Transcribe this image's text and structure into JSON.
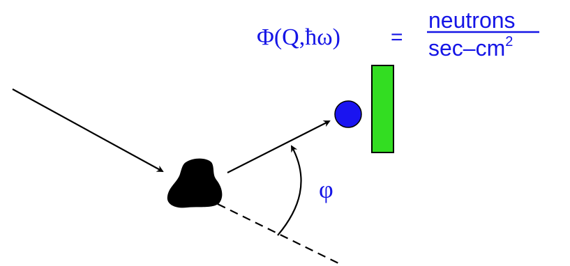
{
  "formula": {
    "lhs": "Φ(Q,ħω)",
    "equals": "=",
    "numerator": "neutrons",
    "denominator_base": "sec–cm",
    "denominator_exponent": "2"
  },
  "angle_label": "φ",
  "colors": {
    "text_blue": "#1515e6",
    "ball_blue": "#1a14f0",
    "detector_green": "#33dd22",
    "ink": "#000000"
  }
}
